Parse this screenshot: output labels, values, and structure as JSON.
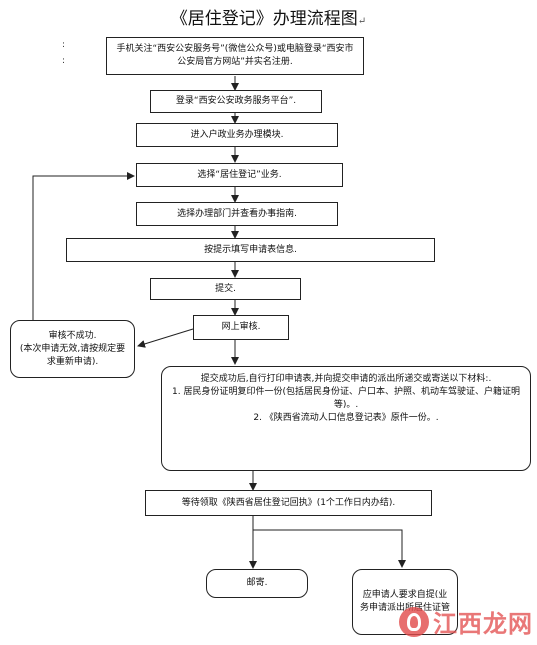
{
  "title": "《居住登记》办理流程图",
  "title_mark": "↵",
  "stray_marks": [
    ":",
    ":"
  ],
  "steps": {
    "s1": "手机关注“西安公安服务号”(微信公众号)或电脑登录“西安市公安局官方网站”并实名注册.",
    "s2": "登录“西安公安政务服务平台”.",
    "s3": "进入户政业务办理模块.",
    "s4": "选择“居住登记”业务.",
    "s5": "选择办理部门并查看办事指南.",
    "s6": "按提示填写申请表信息.",
    "s7": "提交.",
    "s8": "网上审核.",
    "fail": "审核不成功.\n(本次申请无效,请按规定要求重新申请).",
    "success_intro": "提交成功后,自行打印申请表,并向提交申请的派出所递交或寄送以下材料:.",
    "material_1": "1.  居民身份证明复印件一份(包括居民身份证、户口本、护照、机动车驾驶证、户籍证明等)。.",
    "material_2": "2.  《陕西省流动人口信息登记表》原件一份。.",
    "wait": "等待领取《陕西省居住登记回执》(1个工作日内办结).",
    "mail": "邮寄.",
    "pickup": "应申请人要求自提(业务申请派出所居住证管"
  },
  "watermark": "江西龙网"
}
